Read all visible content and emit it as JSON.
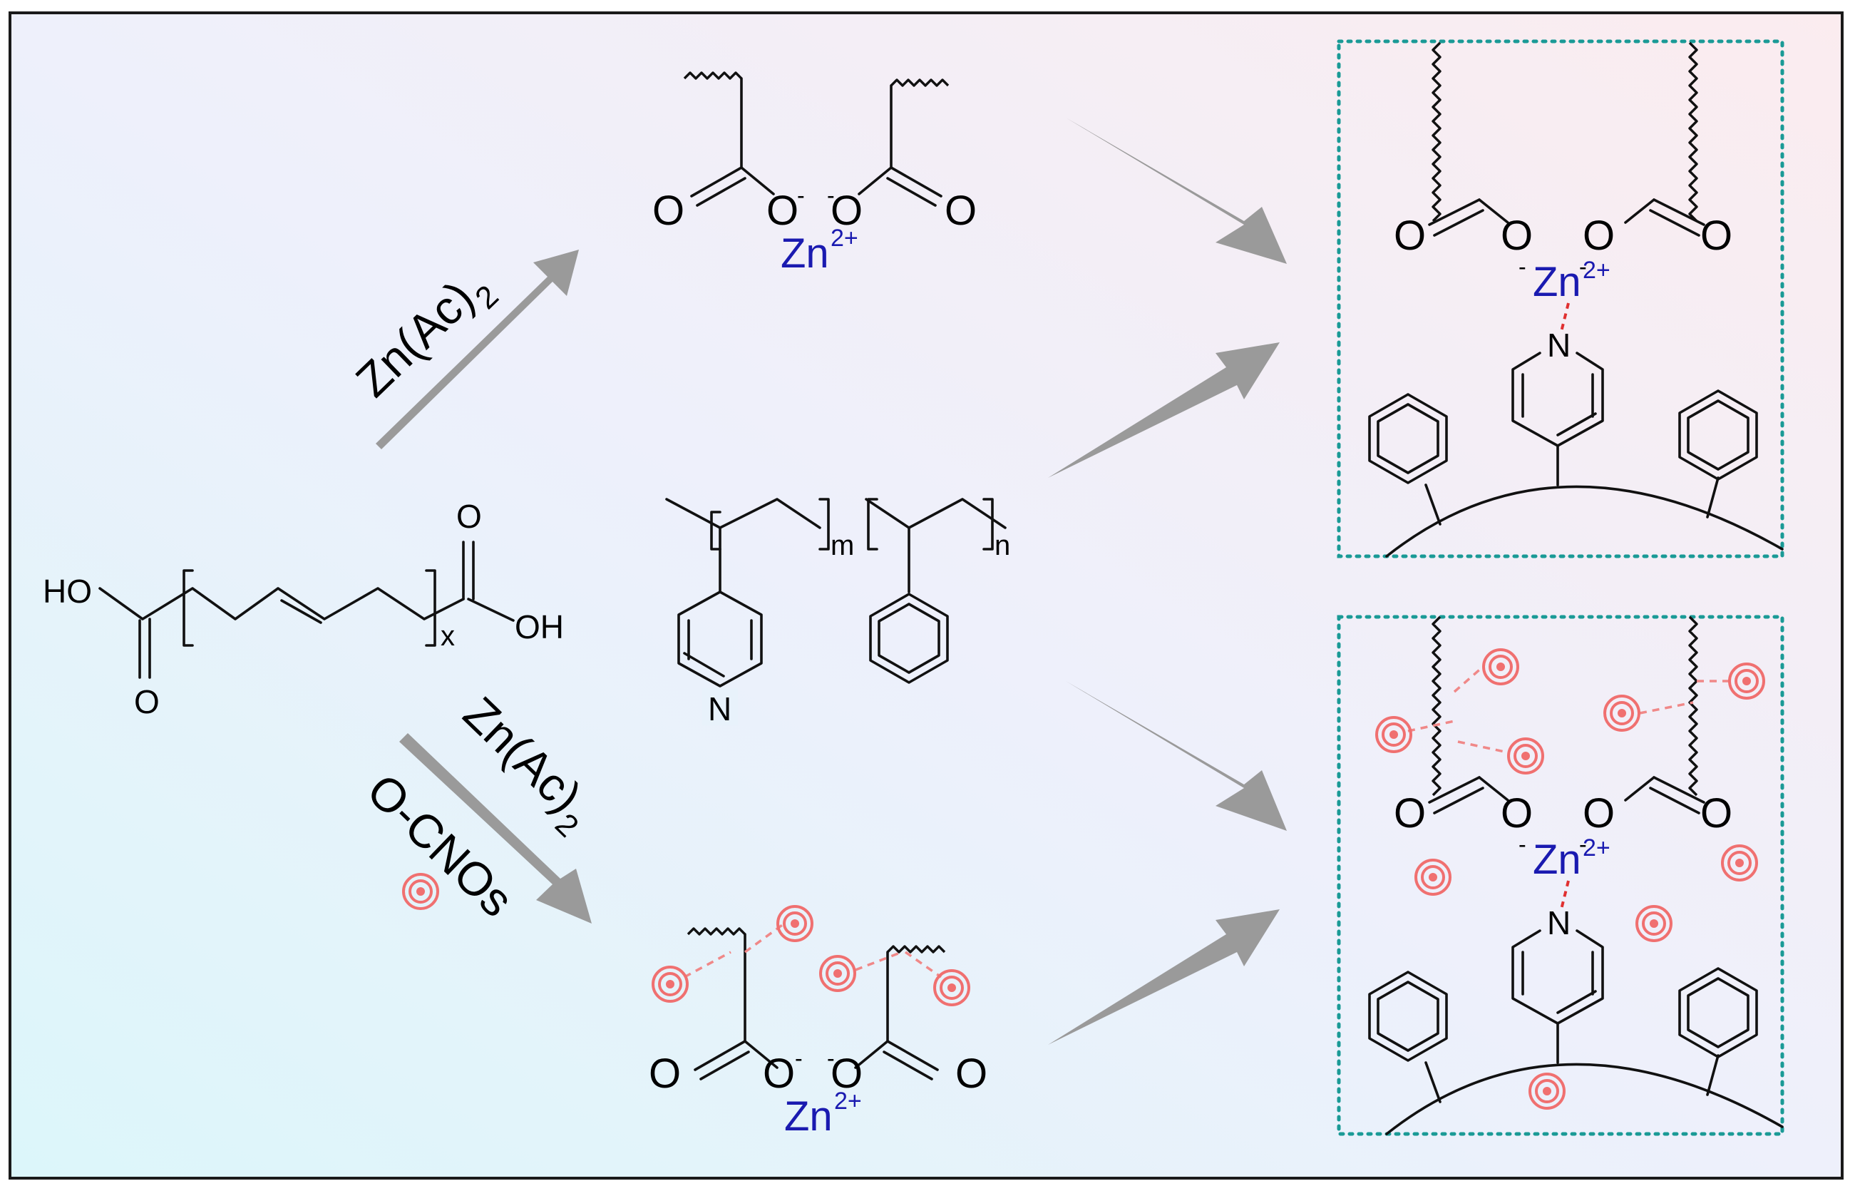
{
  "labels": {
    "reagent_top": "Zn(Ac)",
    "reagent_top_sub": "2",
    "reagent_bottom": "Zn(Ac)",
    "reagent_bottom_sub": "2",
    "reagent_cnos": "O-CNOs",
    "zn": "Zn",
    "zn_charge": "2+",
    "oxygen": "O",
    "nitrogen": "N",
    "ho": "HO",
    "oh": "OH",
    "minus": "-",
    "sub_x": "x",
    "sub_m": "m",
    "sub_n": "n"
  },
  "colors": {
    "zn_text": "#1a1ab0",
    "arrow": "#9a9a9a",
    "cnos": "#f07070",
    "box_border": "#1a9a96",
    "coordination_bond": "#e03030"
  }
}
